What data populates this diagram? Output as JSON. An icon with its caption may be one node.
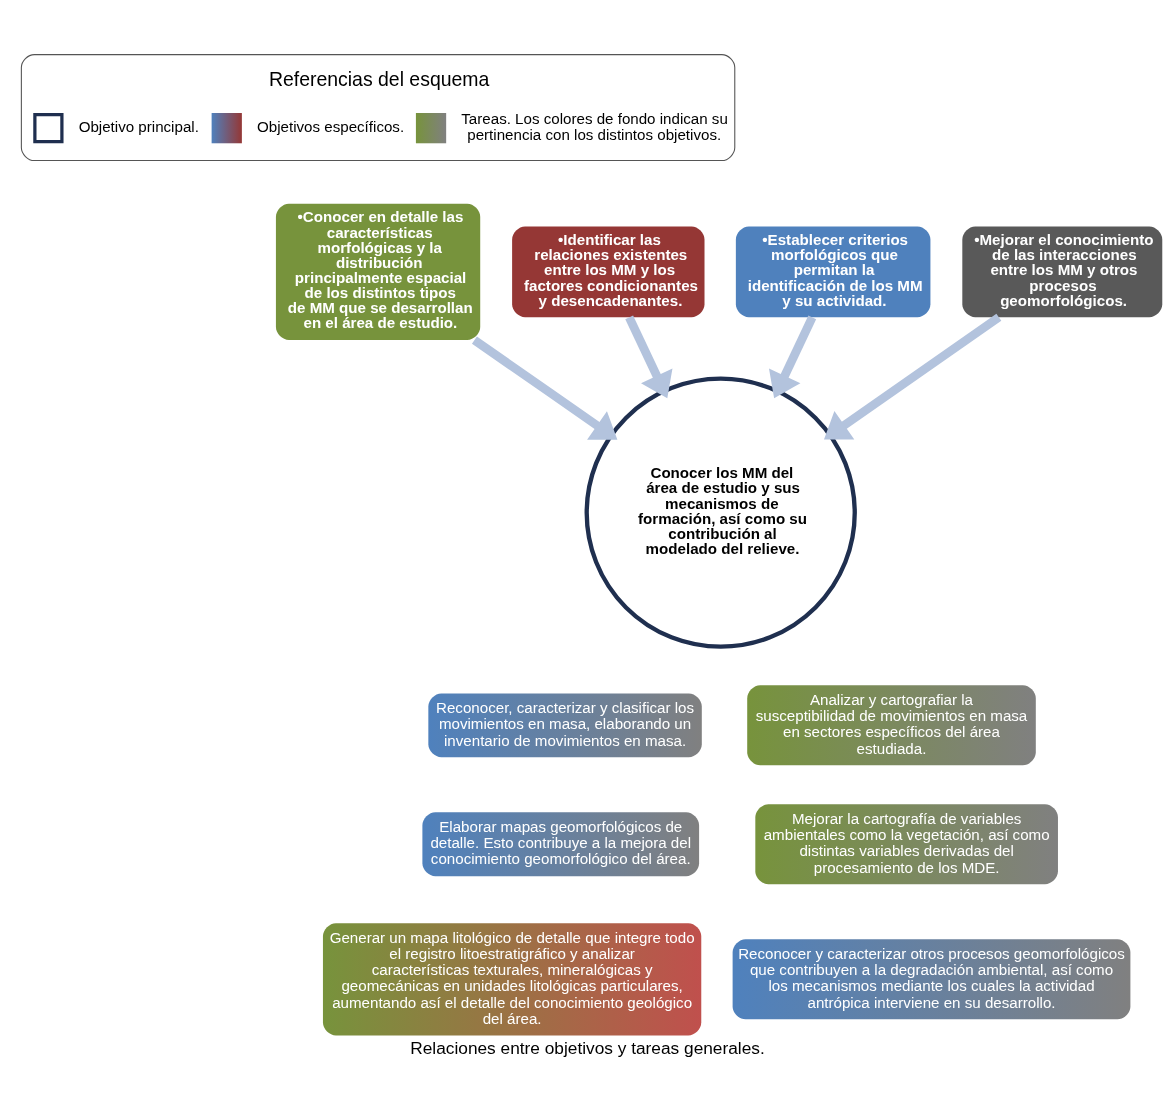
{
  "diagram": {
    "caption": "Relaciones entre objetivos y tareas generales.",
    "nodes": [
      {
        "text": [
          "•Conocer en detalle las características morfológicas y la distribución principalmente espacial de los distintos tipos de MM que se desarrollan en el área de estudio."
        ]
      },
      {
        "text": [
          "•Identificar las relaciones existentes entre los MM y los factores condicionantes y desencadenantes."
        ]
      },
      {
        "text": [
          "•Establecer criterios morfológicos que permitan la identificación de los MM y su actividad."
        ]
      },
      {
        "text": [
          "•Mejorar el conocimiento de las interacciones entre los MM y otros procesos geomorfológicos."
        ]
      },
      {
        "text": [
          "Conocer los MM del área de estudio y sus mecanismos de formación, así como su contribución al modelado del relieve."
        ]
      },
      {
        "text": [
          "Reconocer, caracterizar y clasificar los movimientos en masa, elaborando un inventario de movimientos en masa."
        ]
      },
      {
        "text": [
          "Analizar y cartografiar la susceptibilidad de movimientos en masa en sectores específicos del área estudiada."
        ]
      },
      {
        "text": [
          "Elaborar mapas geomorfológicos de detalle. Esto contribuye a la mejora del conocimiento geomorfológico del área."
        ]
      },
      {
        "text": [
          "Mejorar la cartografía de variables ambientales como la vegetación, así como distintas variables derivadas del procesamiento de los MDE."
        ]
      },
      {
        "text": [
          "Generar un mapa litológico de detalle que integre todo el registro litoestratigráfico y analizar características texturales, mineralógicas y geomecánicas en unidades litológicas particulares, aumentando así el detalle del conocimiento geológico del área."
        ]
      },
      {
        "text": [
          "Reconocer y caracterizar otros procesos geomorfológicos que contribuyen a la degradación ambiental, así como los mecanismos mediante los cuales la actividad antrópica interviene en su desarrollo."
        ]
      }
    ],
    "edges": [
      {
        "from": 2,
        "to": 4,
        "arrow": "to"
      },
      {
        "from": 0,
        "to": 4,
        "arrow": "to"
      },
      {
        "from": 1,
        "to": 4,
        "arrow": "to"
      },
      {
        "from": 3,
        "to": 4,
        "arrow": "to"
      }
    ],
    "labels": [
      "Referencias del esquema"
    ],
    "legend": [
      {
        "text": "Objetivo principal."
      },
      {
        "text": "Objetivos específicos."
      },
      {
        "text": "Tareas. Los colores de fondo indican su pertinencia con los distintos objetivos."
      }
    ]
  }
}
